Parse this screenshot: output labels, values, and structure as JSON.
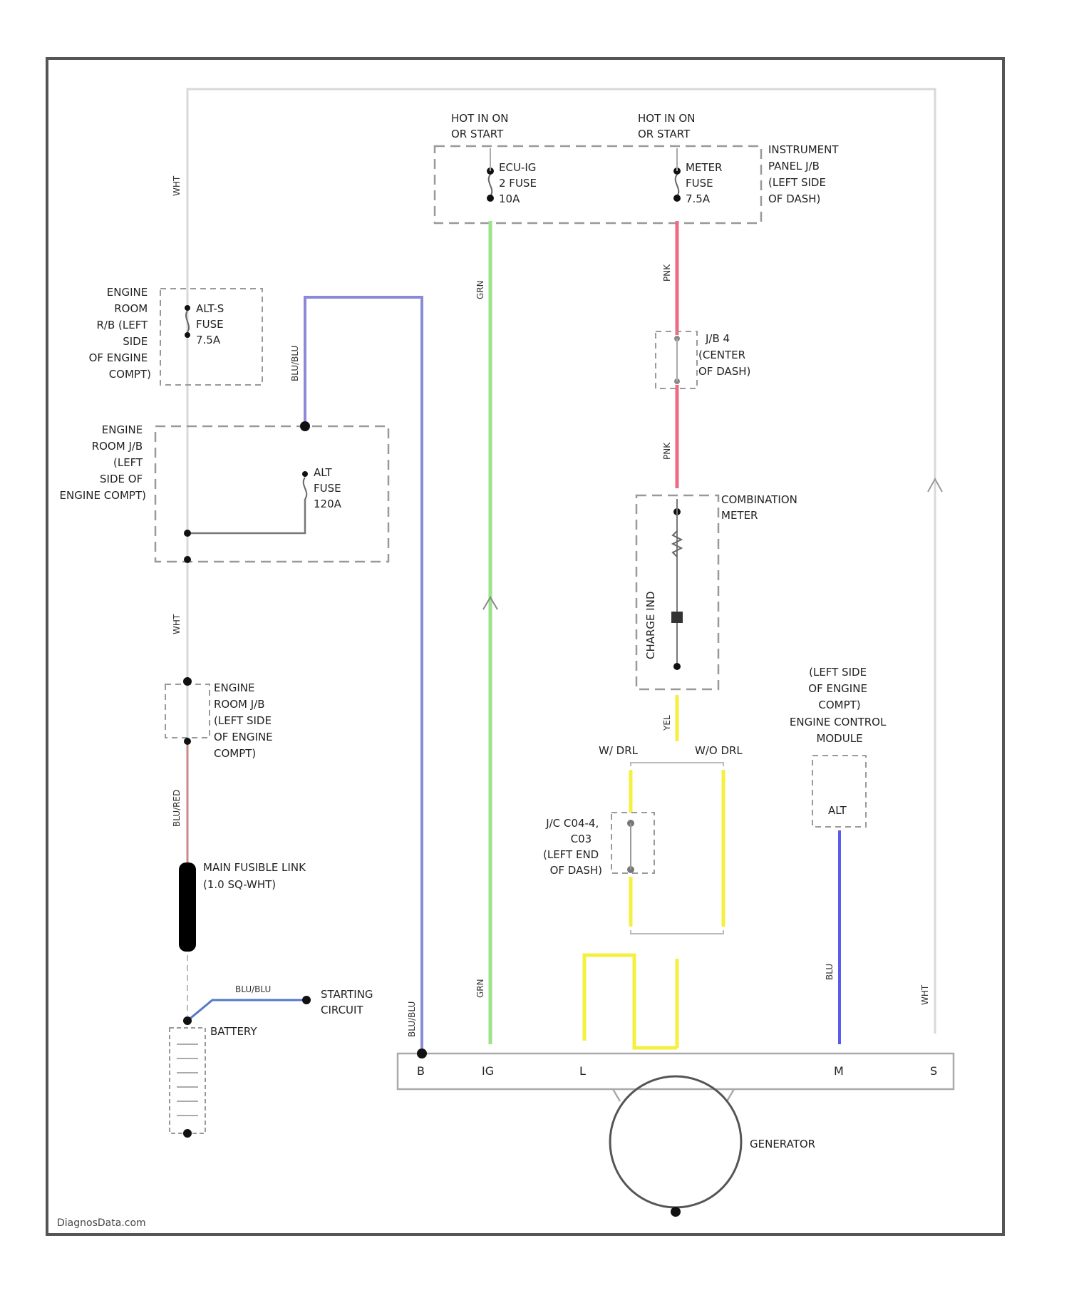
{
  "diagram": {
    "hot_label_1": [
      "HOT IN ON",
      "OR START"
    ],
    "hot_label_2": [
      "HOT IN ON",
      "OR START"
    ],
    "ecu_ig_fuse": [
      "ECU-IG",
      "2 FUSE",
      "10A"
    ],
    "meter_fuse": [
      "METER",
      "FUSE",
      "7.5A"
    ],
    "instrument_panel_jb": [
      "INSTRUMENT",
      "PANEL J/B",
      "(LEFT SIDE",
      "OF DASH)"
    ],
    "alt_s_fuse": [
      "ALT-S",
      "FUSE",
      "7.5A"
    ],
    "engine_room_rb": [
      "ENGINE",
      "ROOM",
      "R/B (LEFT",
      "SIDE",
      "OF ENGINE",
      "COMPT)"
    ],
    "engine_room_jb_1": [
      "ENGINE",
      "ROOM J/B",
      "(LEFT",
      "SIDE OF",
      "ENGINE COMPT)"
    ],
    "alt_fuse": [
      "ALT",
      "FUSE",
      "120A"
    ],
    "engine_room_jb_2": [
      "ENGINE",
      "ROOM J/B",
      "(LEFT SIDE",
      "OF ENGINE",
      "COMPT)"
    ],
    "main_fusible_link": [
      "MAIN FUSIBLE LINK",
      "(1.0 SQ-WHT)"
    ],
    "starting_circuit": [
      "STARTING",
      "CIRCUIT"
    ],
    "battery": "BATTERY",
    "jb4": [
      "J/B 4",
      "(CENTER",
      "OF DASH)"
    ],
    "combination_meter": [
      "COMBINATION",
      "METER"
    ],
    "charge_ind": "CHARGE IND",
    "ecm_location": [
      "(LEFT SIDE",
      "OF ENGINE",
      "COMPT)"
    ],
    "ecm_name": [
      "ENGINE CONTROL",
      "MODULE"
    ],
    "alt_terminal": "ALT",
    "w_drl": "W/ DRL",
    "wo_drl": "W/O DRL",
    "jc_connector": [
      "J/C C04-4,",
      "C03",
      "(LEFT END",
      "OF DASH)"
    ],
    "generator": "GENERATOR",
    "generator_pins": [
      "B",
      "IG",
      "L",
      "M",
      "S"
    ],
    "watermark": "DiagnosData.com",
    "wire_labels": {
      "wht_top": "WHT",
      "wht_mid": "WHT",
      "blu_blu": "BLU/BLU",
      "blu_red": "BLU/RED",
      "blu_blu_bat": "BLU/BLU",
      "blu_blu_gen": "BLU/BLU",
      "grn_top": "GRN",
      "grn_bot": "GRN",
      "pnk_1": "PNK",
      "pnk_2": "PNK",
      "yel": "YEL",
      "blu_ecm": "BLU",
      "wht_s": "WHT"
    },
    "colors": {
      "frame": "#555555",
      "white_wire": "#d9d9d9",
      "grey_wire": "#9a9a9a",
      "blue_wire": "#8a8ad8",
      "green_wire": "#9be28a",
      "pink_wire": "#f06a86",
      "yellow_wire": "#f5f040",
      "blu_wire": "#5a5af0",
      "red_brown_wire": "#c98a8a",
      "component": "#000000"
    }
  }
}
